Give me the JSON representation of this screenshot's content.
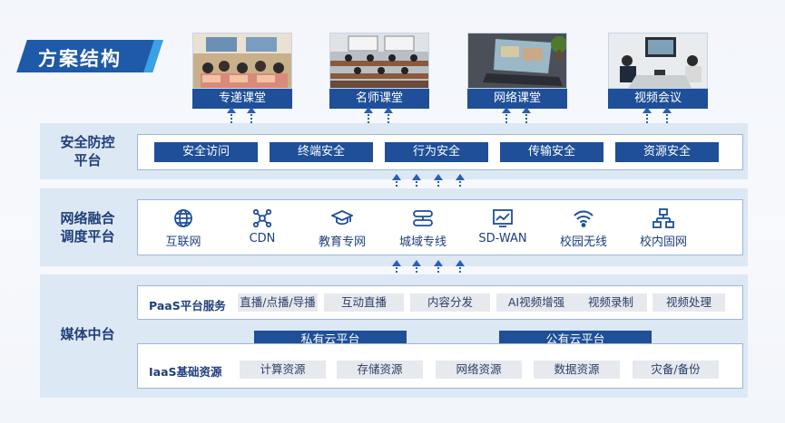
{
  "title": "方案结构",
  "scenes": [
    {
      "label": "专递课堂",
      "icon": "classroom-photo"
    },
    {
      "label": "名师课堂",
      "icon": "lecture-hall-photo"
    },
    {
      "label": "网络课堂",
      "icon": "laptop-photo"
    },
    {
      "label": "视频会议",
      "icon": "meeting-photo"
    }
  ],
  "security": {
    "label_line1": "安全防控",
    "label_line2": "平台",
    "items": [
      "安全访问",
      "终端安全",
      "行为安全",
      "传输安全",
      "资源安全"
    ]
  },
  "network": {
    "label_line1": "网络融合",
    "label_line2": "调度平台",
    "items": [
      {
        "label": "互联网",
        "icon": "globe-icon"
      },
      {
        "label": "CDN",
        "icon": "nodes-icon"
      },
      {
        "label": "教育专网",
        "icon": "graduation-cap-icon"
      },
      {
        "label": "城域专线",
        "icon": "link-icon"
      },
      {
        "label": "SD-WAN",
        "icon": "chart-monitor-icon"
      },
      {
        "label": "校园无线",
        "icon": "wifi-icon"
      },
      {
        "label": "校内固网",
        "icon": "network-tree-icon"
      }
    ]
  },
  "media": {
    "label": "媒体中台",
    "paas_title": "PaaS平台服务",
    "paas_items": [
      "直播/点播/导播",
      "互动直播",
      "内容分发",
      "AI视频增强",
      "视频录制",
      "视频处理"
    ],
    "private_cloud": "私有云平台",
    "public_cloud": "公有云平台",
    "iaas_title": "IaaS基础资源",
    "iaas_items": [
      "计算资源",
      "存储资源",
      "网络资源",
      "数据资源",
      "灾备/备份"
    ]
  },
  "colors": {
    "primary": "#1e4f98",
    "band": "#dde8f5",
    "accent": "#3aa0e8",
    "gray_chip": "#e6e9ee"
  }
}
